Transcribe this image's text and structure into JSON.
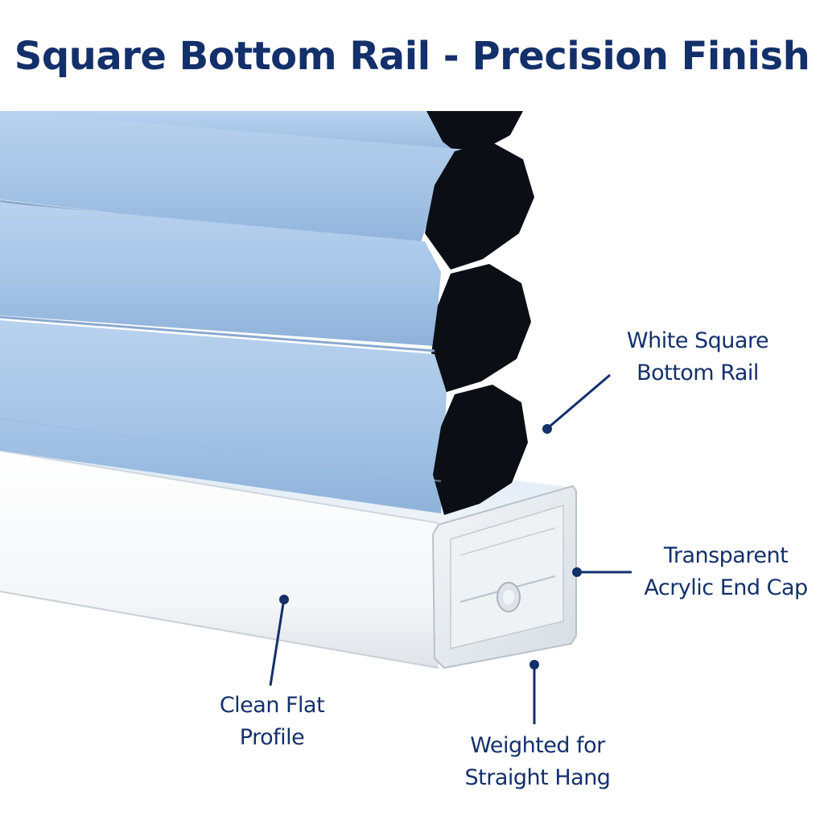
{
  "title": "Square Bottom Rail - Precision Finish",
  "colors": {
    "text": "#13306b",
    "fabric": "#a7c6e7",
    "cell_interior": "#0b0e14",
    "rail": "#f7f8fa",
    "end_cap": "#e8edf1"
  },
  "callouts": [
    {
      "lines": [
        "White Square",
        "Bottom Rail"
      ]
    },
    {
      "lines": [
        "Transparent",
        "Acrylic End Cap"
      ]
    },
    {
      "lines": [
        "Clean Flat",
        "Profile"
      ]
    },
    {
      "lines": [
        "Weighted for",
        "Straight Hang"
      ]
    }
  ]
}
